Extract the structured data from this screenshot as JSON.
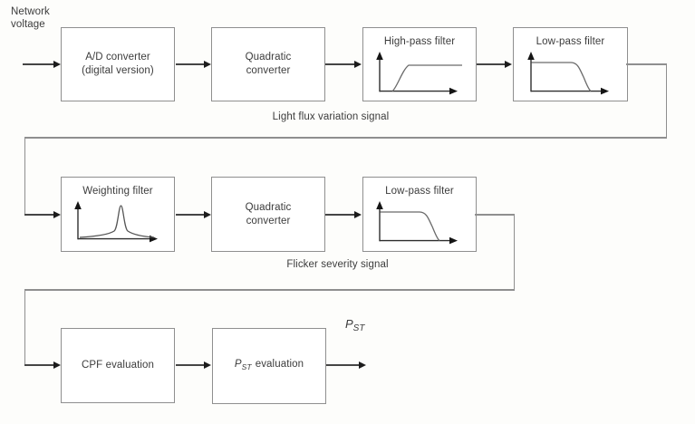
{
  "labels": {
    "input": "Network voltage",
    "row1_caption": "Light flux variation signal",
    "row2_caption": "Flicker severity signal"
  },
  "blocks": {
    "ad": {
      "line1": "A/D converter",
      "line2": "(digital version)"
    },
    "quadratic1": {
      "line1": "Quadratic",
      "line2": "converter"
    },
    "highpass": {
      "label": "High-pass filter",
      "icon": "high-pass-response-icon"
    },
    "lowpass1": {
      "label": "Low-pass filter",
      "icon": "low-pass-response-icon"
    },
    "weighting": {
      "label": "Weighting filter",
      "icon": "band-pass-response-icon"
    },
    "quadratic2": {
      "line1": "Quadratic",
      "line2": "converter"
    },
    "lowpass2": {
      "label": "Low-pass filter",
      "icon": "low-pass-response-icon"
    },
    "cpf": {
      "label": "CPF evaluation"
    },
    "pst": {
      "p": "P",
      "sub": "ST",
      "rest": "evaluation"
    }
  },
  "output": {
    "p": "P",
    "sub": "ST"
  },
  "colors": {
    "box_border": "#8f8f8f",
    "connector": "#8f8f8f",
    "arrow": "#1c1c1c",
    "text": "#3c3c3c"
  }
}
